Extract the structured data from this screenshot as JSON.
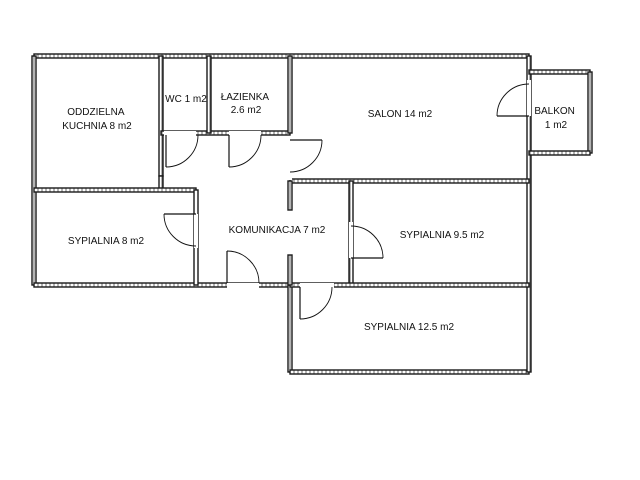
{
  "floor_plan": {
    "rooms": [
      {
        "id": "kuchnia",
        "lines": [
          "ODDZIELNA",
          "KUCHNIA 8 m2"
        ]
      },
      {
        "id": "wc",
        "lines": [
          "WC 1 m2"
        ]
      },
      {
        "id": "lazienka",
        "lines": [
          "ŁAZIENKA",
          "2.6 m2"
        ]
      },
      {
        "id": "salon",
        "lines": [
          "SALON 14 m2"
        ]
      },
      {
        "id": "balkon",
        "lines": [
          "BALKON",
          "1 m2"
        ]
      },
      {
        "id": "sypialnia-8",
        "lines": [
          "SYPIALNIA 8 m2"
        ]
      },
      {
        "id": "komunikacja",
        "lines": [
          "KOMUNIKACJA 7 m2"
        ]
      },
      {
        "id": "sypialnia-9-5",
        "lines": [
          "SYPIALNIA 9.5 m2"
        ]
      },
      {
        "id": "sypialnia-12-5",
        "lines": [
          "SYPIALNIA 12.5 m2"
        ]
      }
    ]
  }
}
